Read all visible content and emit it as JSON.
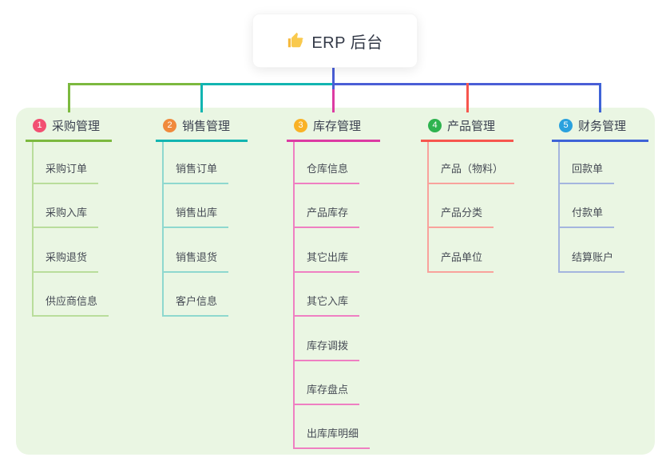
{
  "colors": {
    "page_bg": "#ffffff",
    "panel_bg": "#eaf6e3",
    "root_line": "#4a5ed6",
    "root_text": "#333947",
    "title_text": "#3b4150",
    "child_text": "#474c56",
    "thumb_icon": "#f6b93c"
  },
  "root": {
    "icon": "thumbs-up-icon",
    "title": "ERP 后台"
  },
  "branches": [
    {
      "num": "1",
      "label": "采购管理",
      "badge_color": "#f25072",
      "line_color": "#7cb93f",
      "child_line_color": "#b9dd9b",
      "children": [
        "采购订单",
        "采购入库",
        "采购退货",
        "供应商信息"
      ]
    },
    {
      "num": "2",
      "label": "销售管理",
      "badge_color": "#f08a3d",
      "line_color": "#12b5b1",
      "child_line_color": "#8ed8cf",
      "children": [
        "销售订单",
        "销售出库",
        "销售退货",
        "客户信息"
      ]
    },
    {
      "num": "3",
      "label": "库存管理",
      "badge_color": "#f9b226",
      "line_color": "#dc3ba3",
      "child_line_color": "#ef7fc2",
      "children": [
        "仓库信息",
        "产品库存",
        "其它出库",
        "其它入库",
        "库存调拨",
        "库存盘点",
        "出库库明细"
      ]
    },
    {
      "num": "4",
      "label": "产品管理",
      "badge_color": "#2eb34f",
      "line_color": "#f7564e",
      "child_line_color": "#f9a29c",
      "children": [
        "产品（物料）",
        "产品分类",
        "产品单位"
      ]
    },
    {
      "num": "5",
      "label": "财务管理",
      "badge_color": "#2aa1de",
      "line_color": "#3e63d7",
      "child_line_color": "#a4b5de",
      "children": [
        "回款单",
        "付款单",
        "结算账户"
      ]
    }
  ]
}
